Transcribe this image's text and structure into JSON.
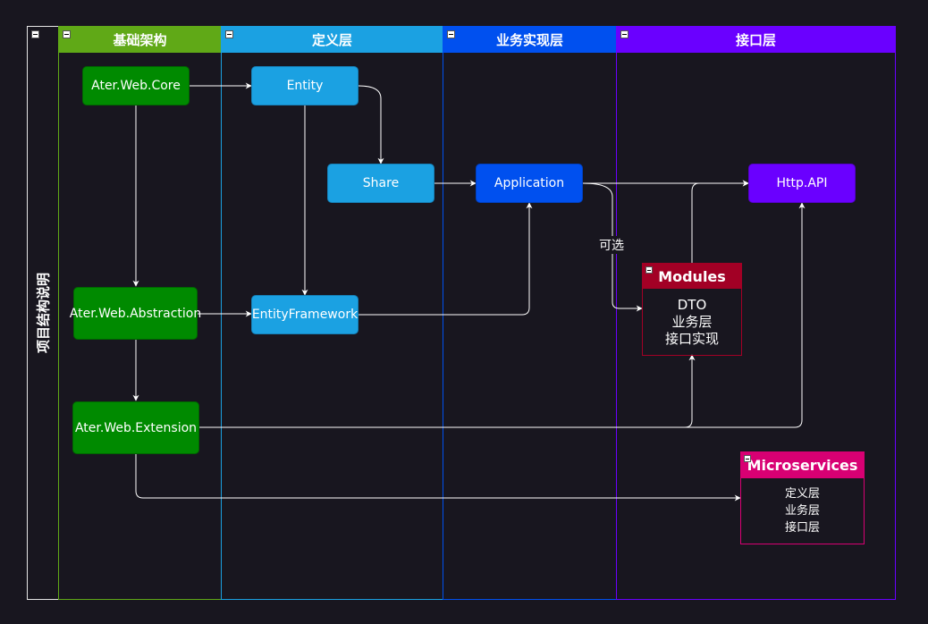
{
  "pool": {
    "title": "项目结构说明"
  },
  "lanes": [
    {
      "title": "基础架构",
      "color": "#60a917"
    },
    {
      "title": "定义层",
      "color": "#1ba1e2"
    },
    {
      "title": "业务实现层",
      "color": "#0050ef"
    },
    {
      "title": "接口层",
      "color": "#6a00ff"
    }
  ],
  "nodes": {
    "core": "Ater.Web.Core",
    "abstraction": "Ater.Web.Abstraction",
    "extension": "Ater.Web.Extension",
    "entity": "Entity",
    "share": "Share",
    "entityframework": "EntityFramework",
    "application": "Application",
    "httpapi": "Http.API"
  },
  "modules": {
    "title": "Modules",
    "lines": [
      "DTO",
      "业务层",
      "接口实现"
    ],
    "color": "#a20025"
  },
  "microservices": {
    "title": "Microservices",
    "lines": [
      "定义层",
      "业务层",
      "接口层"
    ],
    "color": "#d80073"
  },
  "edge_labels": {
    "optional": "可选"
  }
}
